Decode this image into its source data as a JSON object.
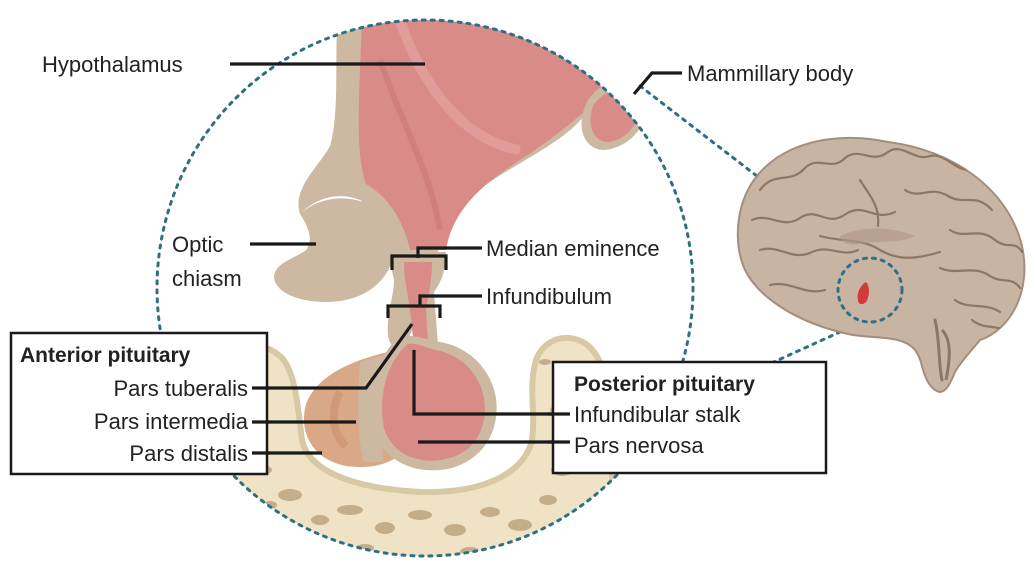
{
  "labels": {
    "hypothalamus": "Hypothalamus",
    "mammillary_body": "Mammillary body",
    "optic_line1": "Optic",
    "optic_line2": "chiasm",
    "median_eminence": "Median eminence",
    "infundibulum": "Infundibulum",
    "infundibular_stalk": "Infundibular stalk",
    "pars_nervosa": "Pars nervosa"
  },
  "anterior_box": {
    "title": "Anterior pituitary",
    "items": [
      "Pars tuberalis",
      "Pars intermedia",
      "Pars distalis"
    ]
  },
  "posterior_box": {
    "title": "Posterior pituitary"
  },
  "colors": {
    "tissue_pink": "#d98b88",
    "tissue_dark": "#c46a6a",
    "tissue_beige": "#cdb9a2",
    "anterior_tan": "#d9a987",
    "bone_cream": "#f0e3c5",
    "bone_spot": "#c4ae8a",
    "dashed_circle": "#2f6f86",
    "brain": "#c8b4a2",
    "brain_outline": "#8d7666",
    "leader_line": "#1a1a1a"
  }
}
